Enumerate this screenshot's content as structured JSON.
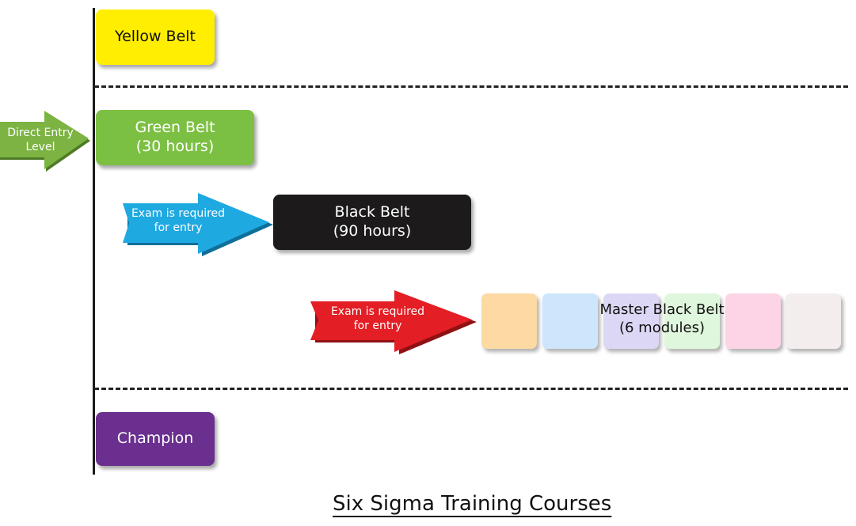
{
  "title": "Six Sigma Training Courses",
  "belts": {
    "yellow": {
      "line1": "Yellow Belt",
      "color": "#ffee00"
    },
    "green": {
      "line1": "Green Belt",
      "line2": "(30 hours)",
      "color": "#7cc043"
    },
    "black": {
      "line1": "Black Belt",
      "line2": "(90 hours)",
      "color": "#1c1a1b"
    },
    "master": {
      "line1": "Master Black Belt",
      "line2": "(6 modules)",
      "module_colors": [
        "#fdd9a3",
        "#cde6fb",
        "#ddd7f6",
        "#dff7dc",
        "#fdd4e6",
        "#f3eded"
      ]
    },
    "champion": {
      "line1": "Champion",
      "color": "#6a2f8f"
    }
  },
  "arrows": {
    "direct": {
      "line1": "Direct Entry",
      "line2": "Level",
      "color": "#7cb342"
    },
    "exam_black": {
      "line1": "Exam is required",
      "line2": "for entry",
      "color": "#1ea9e1"
    },
    "exam_master": {
      "line1": "Exam is required",
      "line2": "for entry",
      "color": "#e31e24"
    }
  }
}
